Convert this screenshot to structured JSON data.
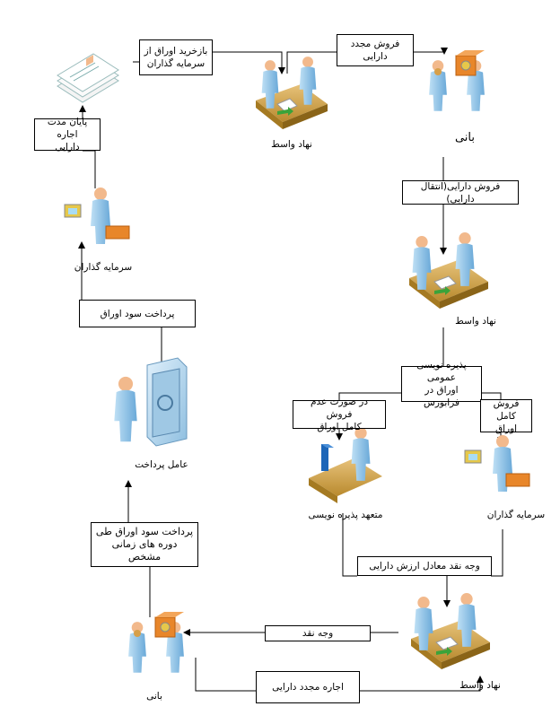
{
  "nodes": {
    "intermediary_top": "نهاد واسط",
    "issuer_top": "بانی",
    "investors_left": "سرمایه گذاران",
    "paying_agent": "عامل پرداخت",
    "intermediary_mid": "نهاد واسط",
    "underwriter": "متعهد پذیره نویسی",
    "investors_right": "سرمایه گذاران",
    "intermediary_bottom": "نهاد واسط",
    "issuer_bottom": "بانی"
  },
  "flows": {
    "buyback": "بازخرید اوراق از\nسرمایه گذاران",
    "resale": "فروش مجدد\nدارایی",
    "lease_end": "پایان مدت اجاره\nدارایی",
    "asset_sale": "فروش دارایی(انتقال دارایی)",
    "profit_payment": "پرداخت سود اوراق",
    "public_offering": "پذیره نویسی عمومی\nاوراق در فرابورس",
    "if_not_sold": "در صورت عدم فروش\nکامل اوراق",
    "full_sale": "فروش کامل\nاوراق",
    "periodic_profit": "پرداخت سود اوراق طی\nدوره های زمانی مشخص",
    "cash_equal": "وجه نقد معادل ارزش دارایی",
    "cash": "وجه نقد",
    "re_lease": "اجاره مجدد دارایی"
  },
  "colors": {
    "person": "#8fc3e6",
    "person_dark": "#5a9bd0",
    "skin": "#f2b98c",
    "table": "#c99a3a",
    "table_dark": "#a57a22",
    "box_orange": "#e8862a",
    "monitor": "#e6c84a",
    "safe": "#b8d7ea",
    "arrow": "#000000",
    "green_arrow": "#3aa33a"
  }
}
